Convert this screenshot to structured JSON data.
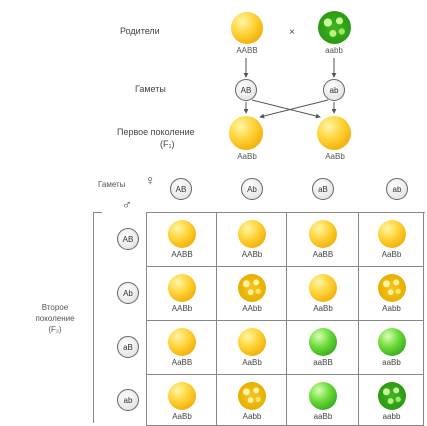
{
  "labels": {
    "parents": "Родители",
    "cross": "×",
    "gametes_top": "Гаметы",
    "f1_line1": "Первое поколение",
    "f1_line2": "(F₁)",
    "gametes_grid": "Гаметы",
    "female_symbol": "♀",
    "male_symbol": "♂",
    "f2_line1": "Второе",
    "f2_line2": "поколение",
    "f2_line3": "(F₂)"
  },
  "parents": [
    {
      "genotype": "AABB",
      "pea": "yellow-smooth"
    },
    {
      "genotype": "aabb",
      "pea": "green-wrinkled"
    }
  ],
  "parent_gametes": [
    "AB",
    "ab"
  ],
  "f1": [
    {
      "genotype": "AaBb",
      "pea": "yellow-smooth"
    },
    {
      "genotype": "AaBb",
      "pea": "yellow-smooth"
    }
  ],
  "female_gametes": [
    "AB",
    "Ab",
    "aB",
    "ab"
  ],
  "male_gametes": [
    "AB",
    "Ab",
    "aB",
    "ab"
  ],
  "grid": [
    [
      {
        "genotype": "AABB",
        "pea": "yellow-smooth"
      },
      {
        "genotype": "AABb",
        "pea": "yellow-smooth"
      },
      {
        "genotype": "AaBB",
        "pea": "yellow-smooth"
      },
      {
        "genotype": "AaBb",
        "pea": "yellow-smooth"
      }
    ],
    [
      {
        "genotype": "AABb",
        "pea": "yellow-smooth"
      },
      {
        "genotype": "AAbb",
        "pea": "yellow-wrinkled"
      },
      {
        "genotype": "AaBb",
        "pea": "yellow-smooth"
      },
      {
        "genotype": "Aabb",
        "pea": "yellow-wrinkled"
      }
    ],
    [
      {
        "genotype": "AaBB",
        "pea": "yellow-smooth"
      },
      {
        "genotype": "AaBb",
        "pea": "yellow-smooth"
      },
      {
        "genotype": "aaBB",
        "pea": "green-smooth"
      },
      {
        "genotype": "aaBb",
        "pea": "green-smooth"
      }
    ],
    [
      {
        "genotype": "AaBb",
        "pea": "yellow-smooth"
      },
      {
        "genotype": "Aabb",
        "pea": "yellow-wrinkled"
      },
      {
        "genotype": "aaBb",
        "pea": "green-smooth"
      },
      {
        "genotype": "aabb",
        "pea": "green-wrinkled"
      }
    ]
  ]
}
